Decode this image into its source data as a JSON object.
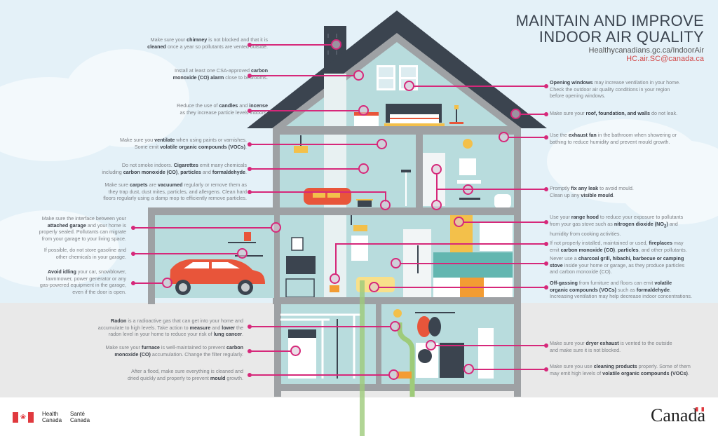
{
  "header": {
    "title_line1": "MAINTAIN AND IMPROVE",
    "title_line2": "INDOOR AIR QUALITY",
    "website": "Healthycanadians.gc.ca/IndoorAir",
    "email": "HC.air.SC@canada.ca"
  },
  "colors": {
    "accent_pink": "#d6287a",
    "roof_dark": "#3b444f",
    "wall_grey": "#9ea1a4",
    "room_teal": "#b8dcdd",
    "sky": "#e4f1f8",
    "ground": "#e9e9e9",
    "car_red": "#e8553a",
    "flag_red": "#e0393e"
  },
  "tips_left": [
    {
      "id": "chimney",
      "html": "Make sure your <b>chimney</b> is not blocked and that it is<br><b>cleaned</b> once a year so pollutants are vented outside."
    },
    {
      "id": "co-alarm",
      "html": "Install at least one CSA-approved <b>carbon</b><br><b>monoxide (CO) alarm</b> close to bedrooms."
    },
    {
      "id": "candles",
      "html": "Reduce the use of <b>candles</b> and <b>incense</b><br>as they increase particle levels indoors."
    },
    {
      "id": "ventilate",
      "html": "Make sure you <b>ventilate</b> when using paints or varnishes.<br>Some emit <b>volatile organic compounds (VOCs)</b>."
    },
    {
      "id": "smoke",
      "html": "Do not smoke indoors. <b>Cigarettes</b> emit many chemicals<br>including <b>carbon monoxide (CO)</b>, <b>particles</b> and <b>formaldehyde</b>."
    },
    {
      "id": "carpets",
      "html": "Make sure <b>carpets</b> are <b>vacuumed</b> regularly or remove them as<br>they trap dust, dust mites, particles, and allergens. Clean hard<br>floors regularly using a damp mop to efficiently remove particles."
    },
    {
      "id": "garage-seal",
      "html": "Make sure the interface between your<br><b>attached garage</b> and your home is<br>properly sealed. Pollutants can migrate<br>from your garage to your living space."
    },
    {
      "id": "gasoline",
      "html": "If possible, do not store gasoline and<br>other chemicals in your garage."
    },
    {
      "id": "idling",
      "html": "<b>Avoid idling</b> your car, snowblower,<br>lawnmower, power generator or any<br>gas-powered equipment  in the garage,<br>even if the door is open."
    },
    {
      "id": "radon",
      "html": "<b>Radon</b> is a radioactive gas that can get into your home and<br>accumulate to high levels. Take action to <b>measure</b> and <b>lower</b> the<br>radon level in your home to reduce your risk of <b>lung cancer</b>."
    },
    {
      "id": "furnace",
      "html": "Make sure your <b>furnace</b> is well-maintained to prevent <b>carbon</b><br><b>monoxide (CO)</b> accumulation. Change the filter regularly."
    },
    {
      "id": "flood",
      "html": "After a flood, make sure everything is cleaned and<br>dried quickly and properly to prevent <b>mould</b> growth."
    }
  ],
  "tips_right": [
    {
      "id": "windows",
      "html": "<b>Opening windows</b> may increase ventilation in your home.<br>Check the outdoor air quality conditions in your region<br>before opening windows."
    },
    {
      "id": "roof",
      "html": "Make sure your <b>roof, foundation, and walls</b> do not leak."
    },
    {
      "id": "exhaust-fan",
      "html": "Use the <b>exhaust fan</b> in the bathroom when showering or<br>bathing to reduce humidity and prevent mould growth."
    },
    {
      "id": "leak",
      "html": "Promptly <b>fix any leak</b> to avoid mould.<br>Clean up any <b>visible mould</b>."
    },
    {
      "id": "range-hood",
      "html": "Use your <b>range hood</b> to reduce your exposure to pollutants<br>from your gas stove such as <b>nitrogen dioxide (NO<sub>2</sub>)</b> and<br>humidity from cooking activities."
    },
    {
      "id": "fireplaces",
      "html": "If not properly installed, maintained or used, <b>fireplaces</b> may<br>emit <b>carbon monoxide (CO)</b>, <b>particles</b>, and other pollutants."
    },
    {
      "id": "charcoal",
      "html": "Never use a <b>charcoal grill, hibachi, barbecue or camping</b><br><b>stove</b> inside your home or garage, as they produce particles<br>and carbon monoxide (CO)."
    },
    {
      "id": "off-gassing",
      "html": "<b>Off-gassing</b> from furniture and floors can emit <b>volatile</b><br><b>organic compounds (VOCs)</b> such as <b>formaldehyde</b>.<br>Increasing ventilation may help decrease indoor concentrations."
    },
    {
      "id": "dryer",
      "html": "Make sure your <b>dryer exhaust</b> is vented to the outside<br>and make sure it is not blocked."
    },
    {
      "id": "cleaning",
      "html": "Make sure you use <b>cleaning products</b> properly. Some of them<br>may emit high levels of <b>volatile organic compounds (VOCs)</b>."
    }
  ],
  "footer": {
    "dept_en_line1": "Health",
    "dept_en_line2": "Canada",
    "dept_fr_line1": "Santé",
    "dept_fr_line2": "Canada",
    "wordmark": "Canada",
    "flag_icon": "maple-leaf-icon"
  }
}
